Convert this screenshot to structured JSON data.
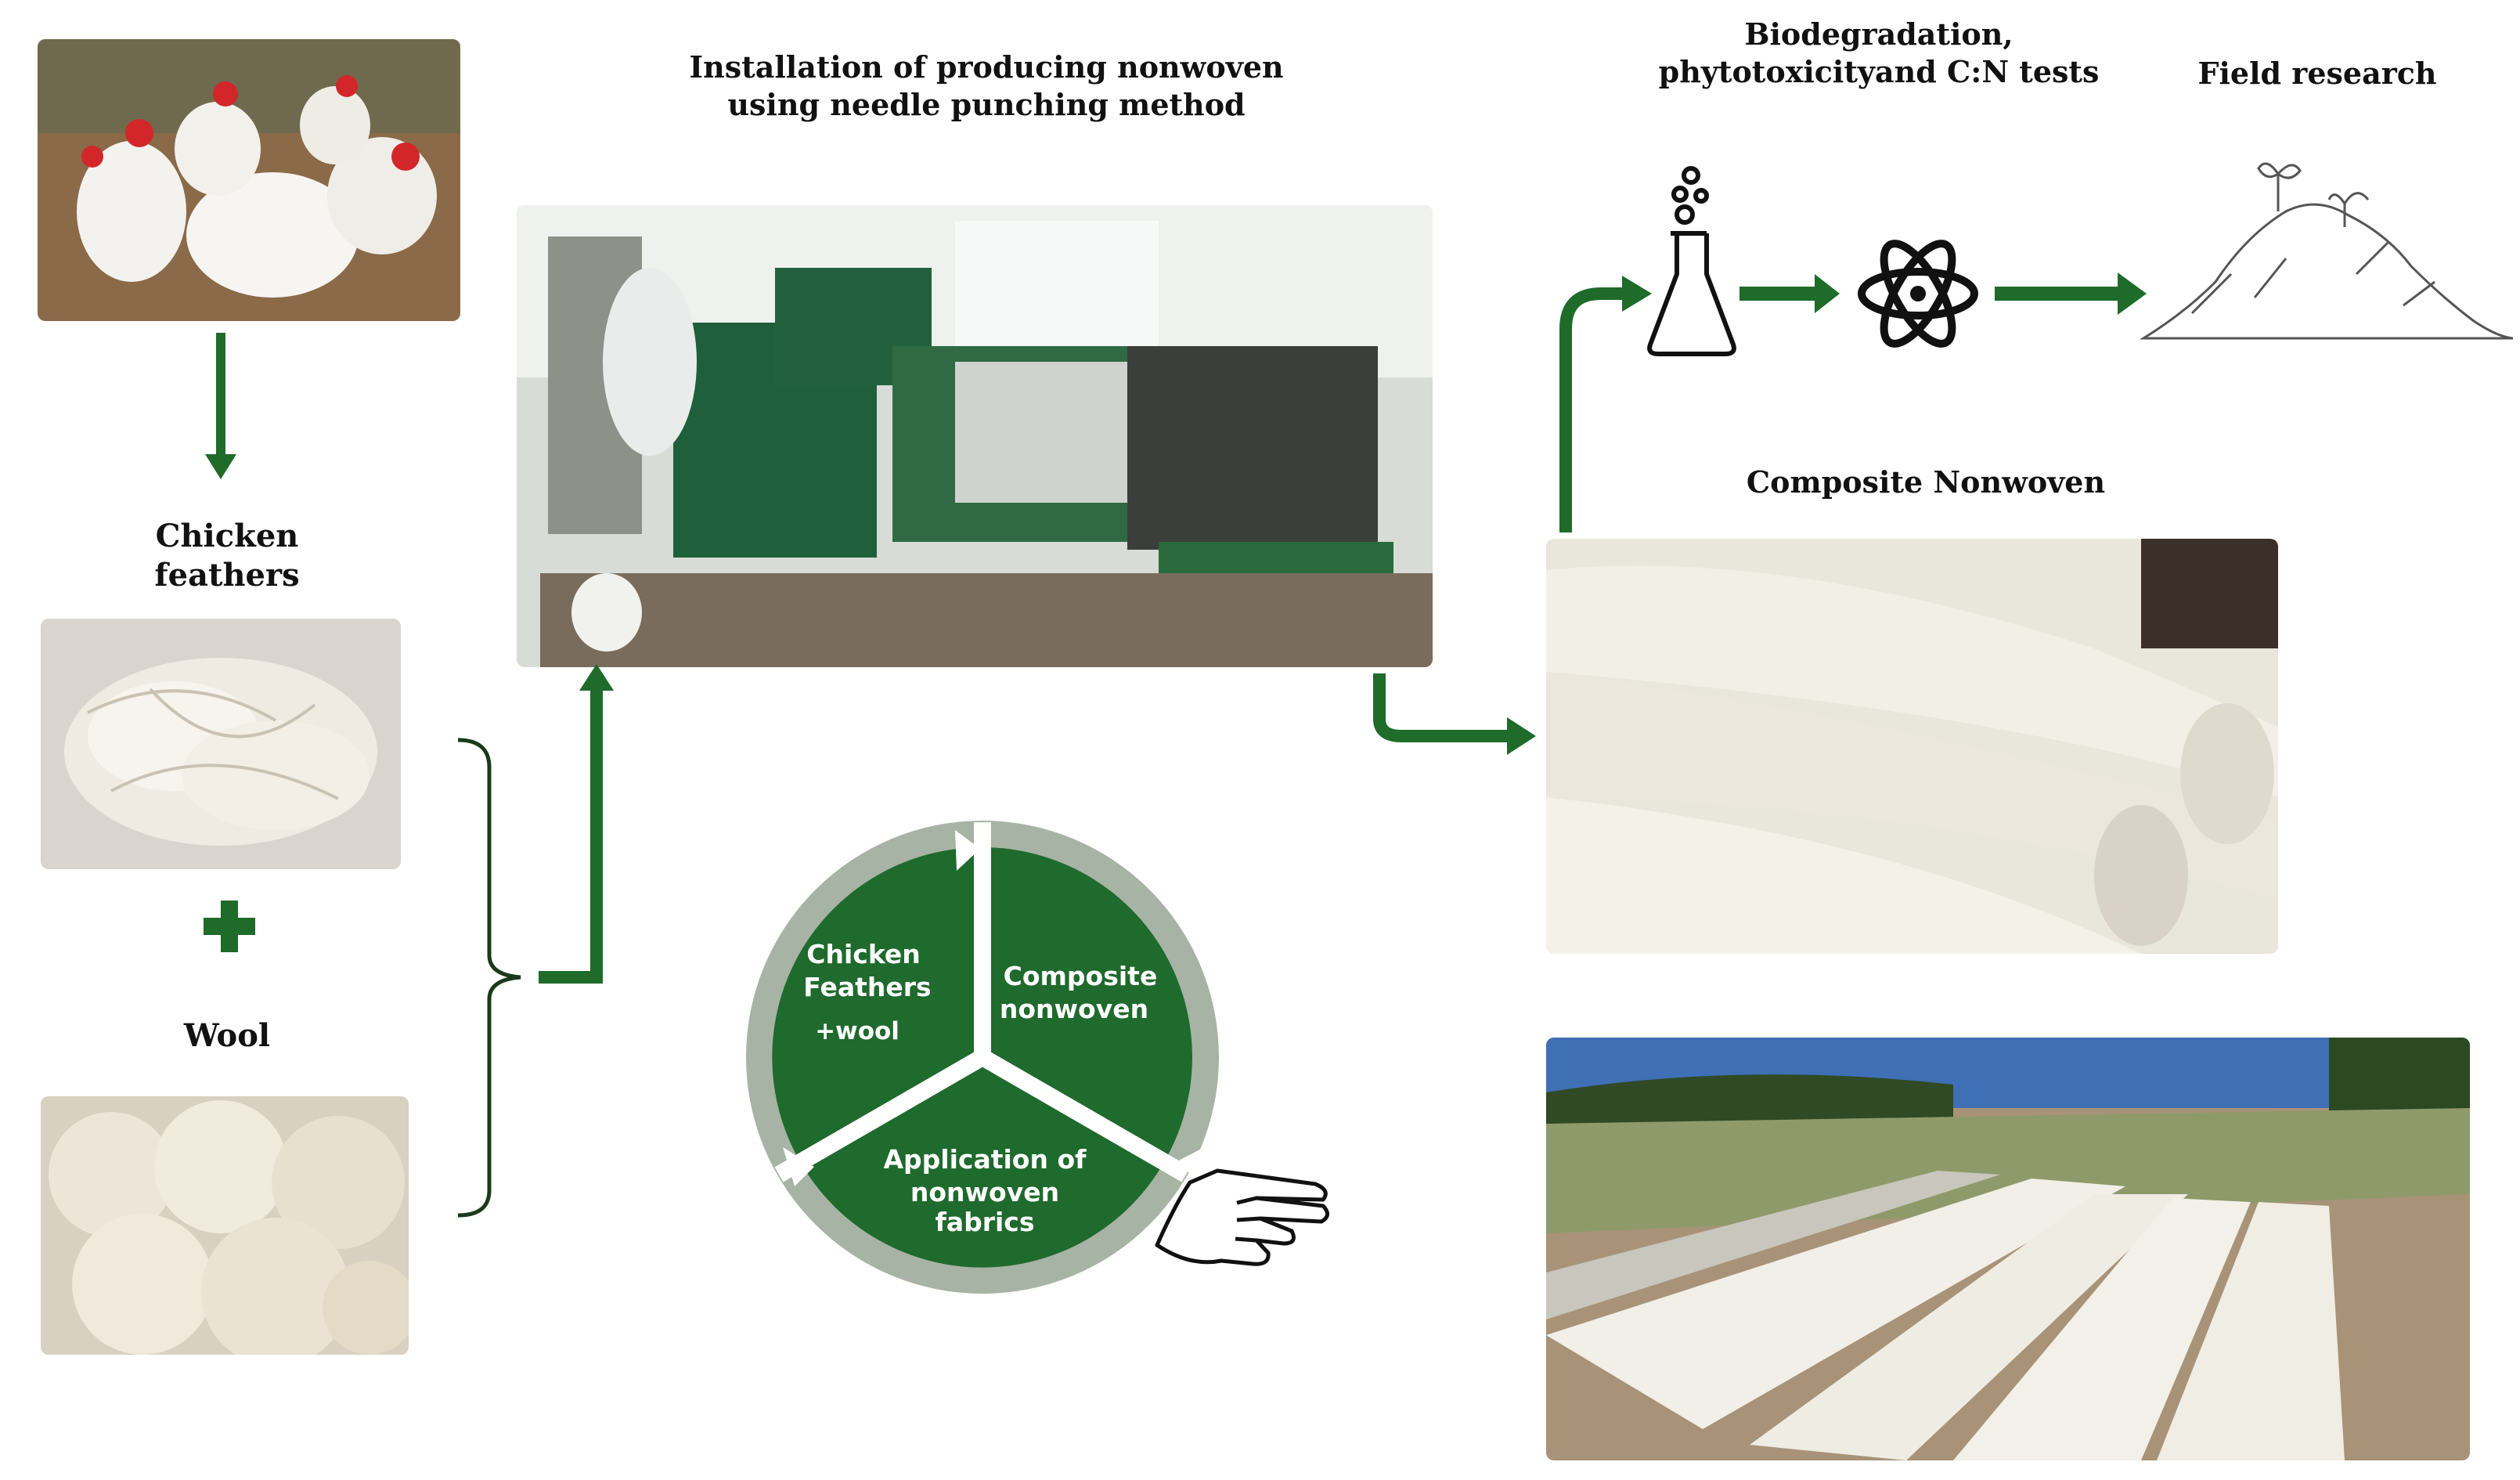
{
  "labels": {
    "installation_line1": "Installation of producing nonwoven",
    "installation_line2": "using needle punching method",
    "tests_line1": "Biodegradation,",
    "tests_line2": "phytotoxicityand C:N tests",
    "field_research": "Field research",
    "chicken_line1": "Chicken",
    "chicken_line2": "feathers",
    "wool": "Wool",
    "composite_nonwoven": "Composite Nonwoven"
  },
  "wheel": {
    "segment1_line1": "Chicken",
    "segment1_line2": "Feathers",
    "segment1_line3": "+wool",
    "segment2_line1": "Composite",
    "segment2_line2": "nonwoven",
    "segment3_line1": "Application of",
    "segment3_line2": "nonwoven",
    "segment3_line3": "fabrics"
  },
  "icons": {
    "flask": "flask-icon",
    "atom": "atom-icon",
    "sprout_mound": "sprout-mound-icon",
    "pointing_hand": "pointing-hand-icon",
    "plus": "plus-icon"
  },
  "colors": {
    "arrow_green": "#1e6b2a",
    "wheel_green": "#1f6a2d",
    "wheel_ring": "#a7b3a4"
  }
}
